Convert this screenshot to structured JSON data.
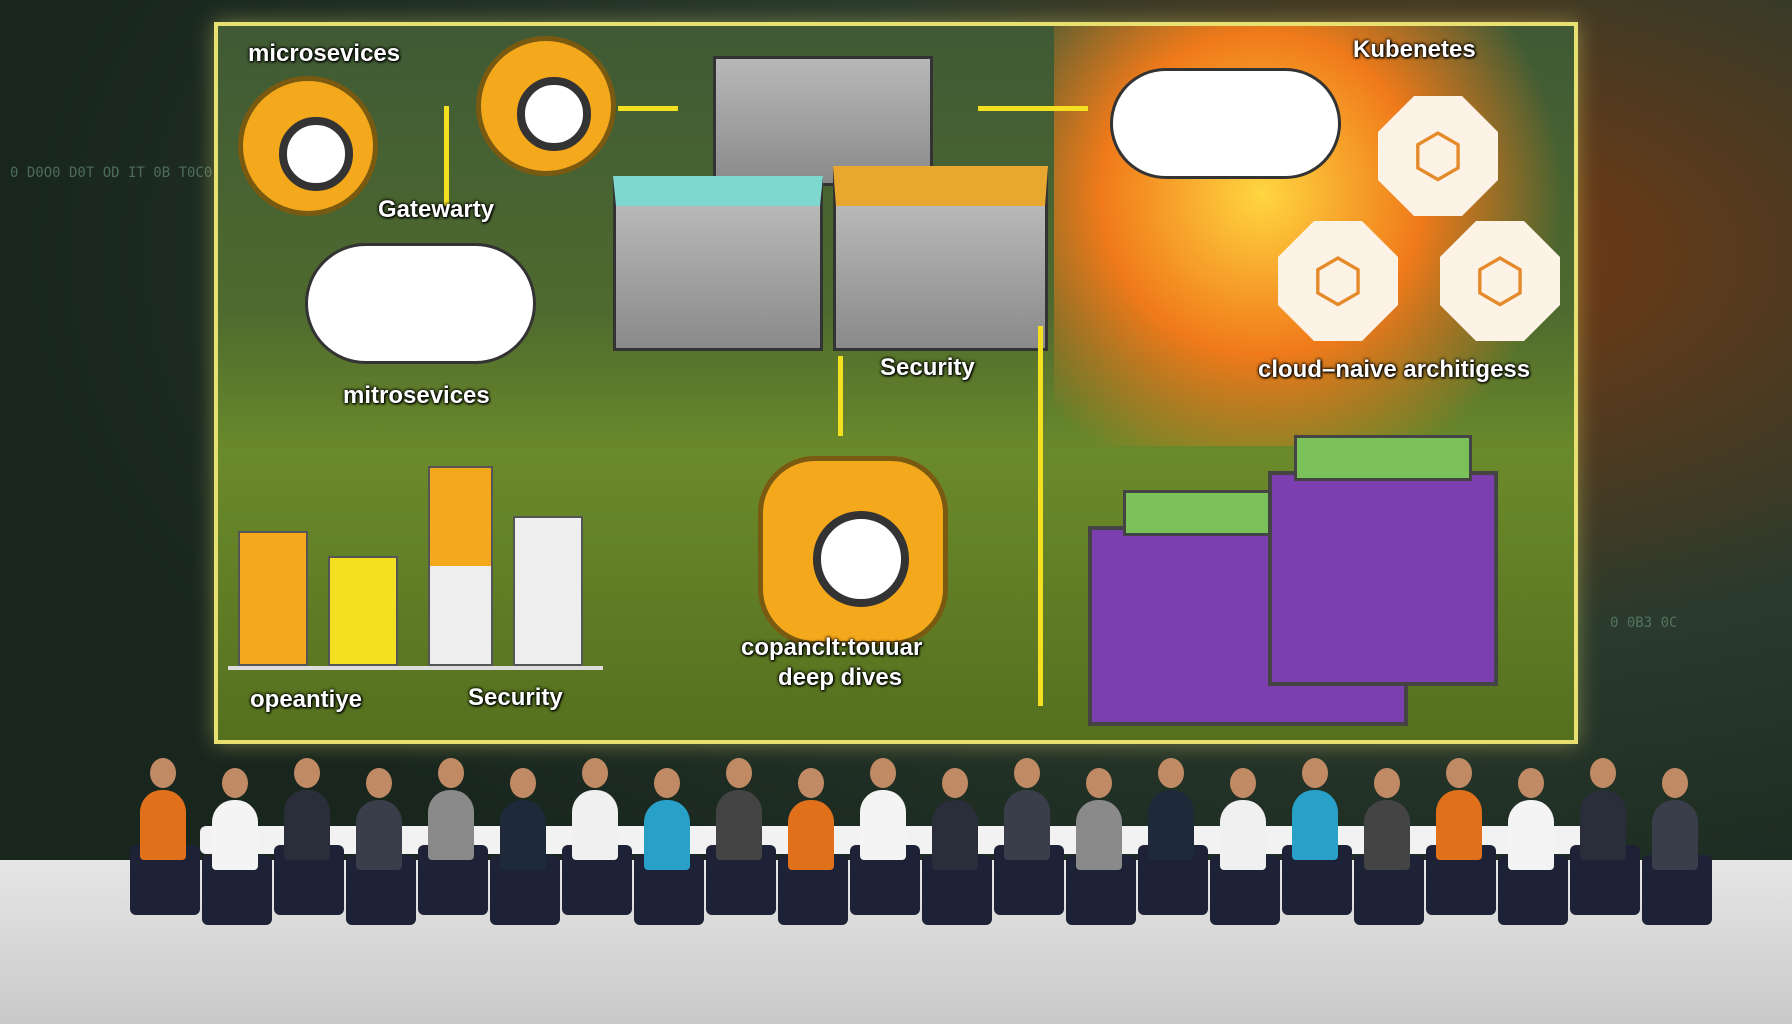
{
  "scene": {
    "description_labels": {
      "microservices_top": "microsevices",
      "gateway": "Gatewarty",
      "microservices_mid": "mitrosevices",
      "security_center": "Security",
      "kubernetes": "Kubenetes",
      "cloud_native": "cloud–naive architigess",
      "deep_dive_line1": "copanclt:touuar",
      "deep_dive_line2": "deep dives",
      "operative": "opeantiye",
      "security_bottom": "Security"
    }
  },
  "colors": {
    "accent": "#f4a81c",
    "border": "#e8e070",
    "arrow": "#f4e020",
    "rack": "#7c3fb0"
  }
}
